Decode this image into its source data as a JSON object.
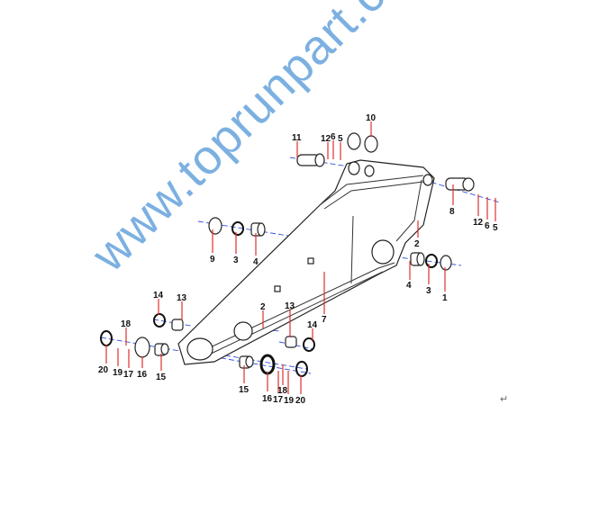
{
  "diagram": {
    "labels": {
      "l10": "10",
      "l11": "11",
      "l12a": "12",
      "l6a": "6",
      "l5a": "5",
      "l8": "8",
      "l12b": "12",
      "l6b": "6",
      "l5b": "5",
      "l9": "9",
      "l3a": "3",
      "l4a": "4",
      "l2a": "2",
      "l4b": "4",
      "l3b": "3",
      "l1": "1",
      "l7": "7",
      "l14a": "14",
      "l13a": "13",
      "l2b": "2",
      "l13b": "13",
      "l14b": "14",
      "l18a": "18",
      "l20a": "20",
      "l19a": "19",
      "l17a": "17",
      "l16a": "16",
      "l15a": "15",
      "l15b": "15",
      "l16b": "16",
      "l17b": "17",
      "l18b": "18",
      "l19b": "19",
      "l20b": "20"
    },
    "watermark": "www.toprunpart.com",
    "return_mark": "↵"
  }
}
